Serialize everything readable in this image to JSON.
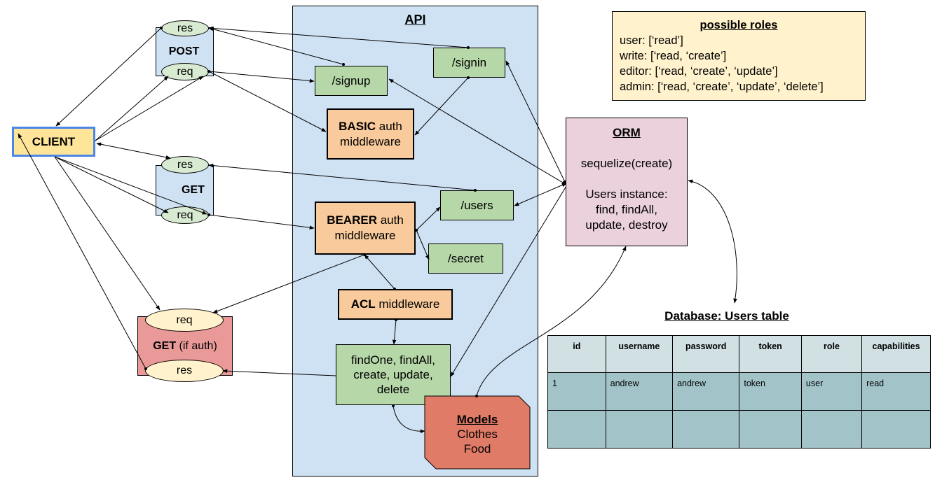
{
  "api": {
    "title": "API"
  },
  "endpoints": {
    "signin": "/signin",
    "signup": "/signup",
    "users": "/users",
    "secret": "/secret"
  },
  "middleware": {
    "basic": {
      "bold": "BASIC",
      "rest": " auth",
      "line2": "middleware"
    },
    "bearer": {
      "bold": "BEARER",
      "rest": " auth",
      "line2": "middleware"
    },
    "acl": {
      "bold": "ACL",
      "rest": " middleware"
    }
  },
  "handlers": {
    "lines": [
      "findOne, findAll,",
      "create, update,",
      "delete"
    ]
  },
  "models": {
    "title": "Models",
    "items": [
      "Clothes",
      "Food"
    ]
  },
  "client": {
    "label": "CLIENT"
  },
  "groups": {
    "post": {
      "label": "POST",
      "res": "res",
      "req": "req"
    },
    "get": {
      "label": "GET",
      "res": "res",
      "req": "req"
    },
    "get_auth": {
      "bold": "GET",
      "rest": " (if auth)",
      "req": "req",
      "res": "res"
    }
  },
  "roles": {
    "title": "possible roles",
    "lines": [
      "user: [‘read’]",
      "write: [‘read, ‘create’]",
      "editor: [‘read, ‘create’, ‘update’]",
      "admin: [‘read, ‘create’, ‘update’, ‘delete’]"
    ]
  },
  "orm": {
    "title": "ORM",
    "line1": "sequelize(create)",
    "lines": [
      "Users instance:",
      "find, findAll,",
      "update, destroy"
    ]
  },
  "database": {
    "title": "Database: Users table",
    "headers": [
      "id",
      "username",
      "password",
      "token",
      "role",
      "capabilities"
    ],
    "rows": [
      [
        "1",
        "andrew",
        "andrew",
        "token",
        "user",
        "read"
      ],
      [
        "",
        "",
        "",
        "",
        "",
        ""
      ]
    ]
  },
  "colors": {
    "api_bg": "#cfe2f3",
    "endpoint_green": "#b6d7a8",
    "middleware_orange": "#f9cb9c",
    "models_red": "#e07b67",
    "client_yellow": "#ffe599",
    "client_border": "#4a86e8",
    "get_auth_red": "#ea9999",
    "orm_pink": "#ead1dc",
    "db_header": "#d0e0e3",
    "db_body": "#a2c4c9"
  }
}
